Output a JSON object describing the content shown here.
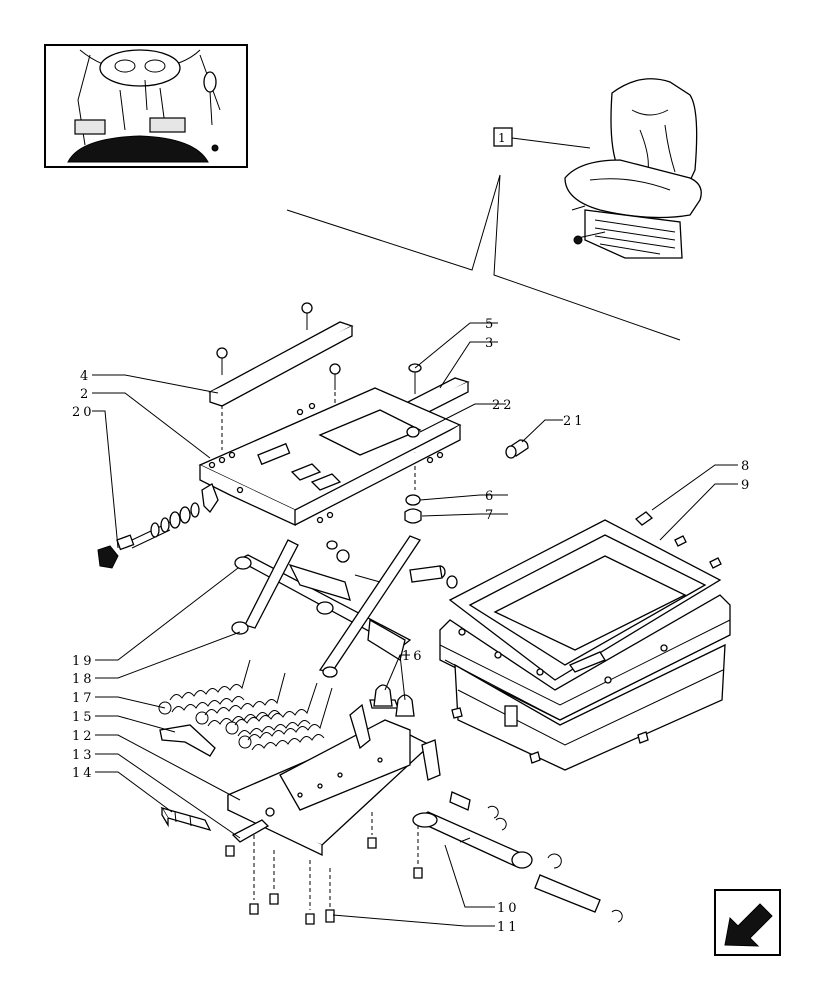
{
  "ref_box_label": "1",
  "callouts": [
    {
      "id": "c2",
      "text": "2"
    },
    {
      "id": "c3",
      "text": "3"
    },
    {
      "id": "c4",
      "text": "4"
    },
    {
      "id": "c5",
      "text": "5"
    },
    {
      "id": "c6",
      "text": "6"
    },
    {
      "id": "c7",
      "text": "7"
    },
    {
      "id": "c8",
      "text": "8"
    },
    {
      "id": "c9",
      "text": "9"
    },
    {
      "id": "c10",
      "text": "10"
    },
    {
      "id": "c11",
      "text": "11"
    },
    {
      "id": "c12",
      "text": "12"
    },
    {
      "id": "c13",
      "text": "13"
    },
    {
      "id": "c14",
      "text": "14"
    },
    {
      "id": "c15",
      "text": "15"
    },
    {
      "id": "c16",
      "text": "16"
    },
    {
      "id": "c17",
      "text": "17"
    },
    {
      "id": "c18",
      "text": "18"
    },
    {
      "id": "c19",
      "text": "19"
    },
    {
      "id": "c20",
      "text": "20"
    },
    {
      "id": "c21",
      "text": "21"
    },
    {
      "id": "c22",
      "text": "22"
    }
  ],
  "icons": {
    "thumbnail": "tractor-cab-thumbnail",
    "seat": "seat-assembly-illustration",
    "nav": "previous-page-arrow-icon"
  }
}
